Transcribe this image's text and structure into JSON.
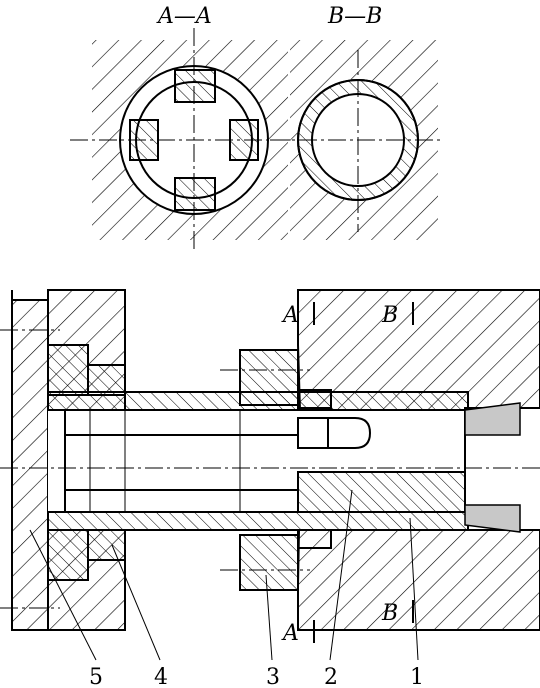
{
  "section_labels": {
    "a": "A—A",
    "b": "B—B"
  },
  "cut_marks": {
    "a_top": "A",
    "b_top": "B",
    "a_bottom": "A",
    "b_bottom": "B"
  },
  "part_numbers": [
    "5",
    "4",
    "3",
    "2",
    "1"
  ]
}
